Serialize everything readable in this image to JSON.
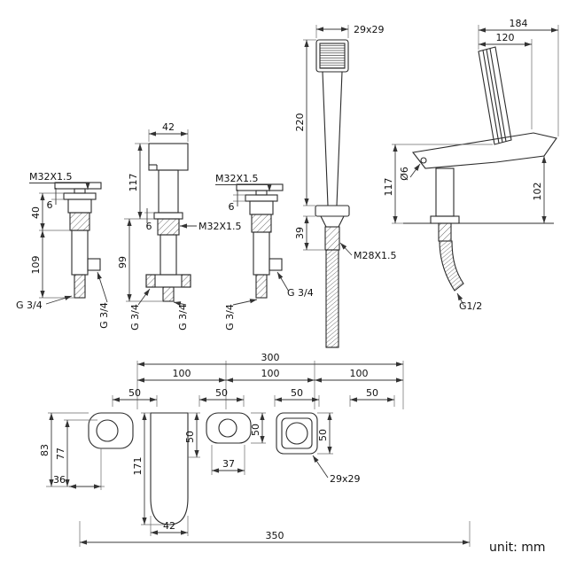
{
  "sheet": {
    "unit_label": "unit: mm"
  },
  "elevation": {
    "valve_left": {
      "thread": "M32X1.5",
      "collar": "6",
      "height_upper": "40",
      "height_lower": "109",
      "bottom_port": "G 3/4",
      "side_port": "G 3/4"
    },
    "spout": {
      "width": "42",
      "height_upper": "117",
      "collar": "6",
      "height_lower": "99",
      "thread": "M32X1.5",
      "left_port": "G 3/4",
      "right_port": "G 3/4"
    },
    "valve_right": {
      "thread": "M32X1.5",
      "collar": "6",
      "side_port": "G 3/4",
      "bottom_port": "G 3/4"
    },
    "handshower": {
      "head": "29x29",
      "length": "220",
      "tail": "39",
      "thread": "M28X1.5"
    },
    "holder": {
      "width_total": "184",
      "width_inner": "120",
      "hole": "Ø6",
      "height_left": "117",
      "height_right": "102",
      "hose_thread": "G1/2"
    }
  },
  "plan": {
    "span": "300",
    "pitch_1": "100",
    "pitch_2": "100",
    "pitch_3": "100",
    "w1": "50",
    "w2": "50",
    "w3": "50",
    "w4": "50",
    "h_83": "83",
    "h_77": "77",
    "offset_36": "36",
    "d50_spout": "50",
    "d50_mid": "50",
    "d50_right": "50",
    "spout_len": "171",
    "gap_37": "37",
    "spout_w": "42",
    "head": "29x29",
    "overall": "350"
  }
}
